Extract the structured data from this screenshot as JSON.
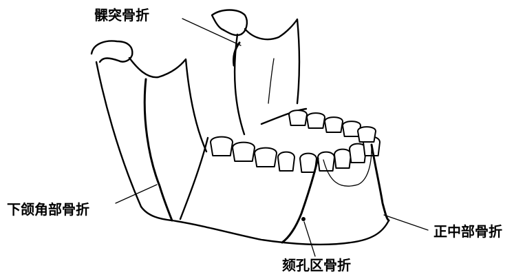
{
  "labels": {
    "condyle": "髁突骨折",
    "angle": "下颌角部骨折",
    "midline": "正中部骨折",
    "mental": "颏孔区骨折"
  }
}
